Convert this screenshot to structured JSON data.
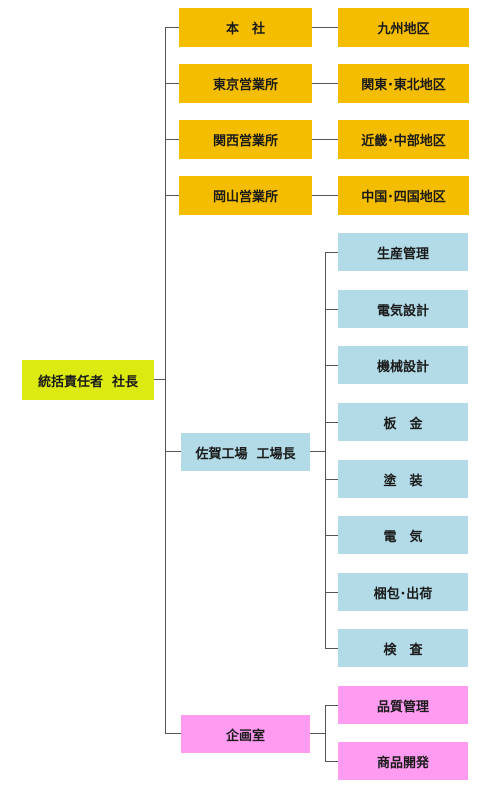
{
  "root": {
    "label": "統括責任者  社長",
    "color": "#dcea12"
  },
  "branches": [
    {
      "label": "本　社",
      "region": "九州地区"
    },
    {
      "label": "東京営業所",
      "region": "関東･東北地区"
    },
    {
      "label": "関西営業所",
      "region": "近畿･中部地区"
    },
    {
      "label": "岡山営業所",
      "region": "中国･四国地区"
    }
  ],
  "plant": {
    "label": "佐賀工場  工場長",
    "color": "#b2dbe7",
    "departments": [
      {
        "label": "生産管理"
      },
      {
        "label": "電気設計"
      },
      {
        "label": "機械設計"
      },
      {
        "label": "板　金"
      },
      {
        "label": "塗　装"
      },
      {
        "label": "電　気"
      },
      {
        "label": "梱包･出荷"
      },
      {
        "label": "検　査"
      }
    ]
  },
  "planning": {
    "label": "企画室",
    "color": "#ff9bf1",
    "departments": [
      {
        "label": "品質管理"
      },
      {
        "label": "商品開発"
      }
    ]
  },
  "colors": {
    "branch": "#f5bd00",
    "line": "#555555"
  }
}
